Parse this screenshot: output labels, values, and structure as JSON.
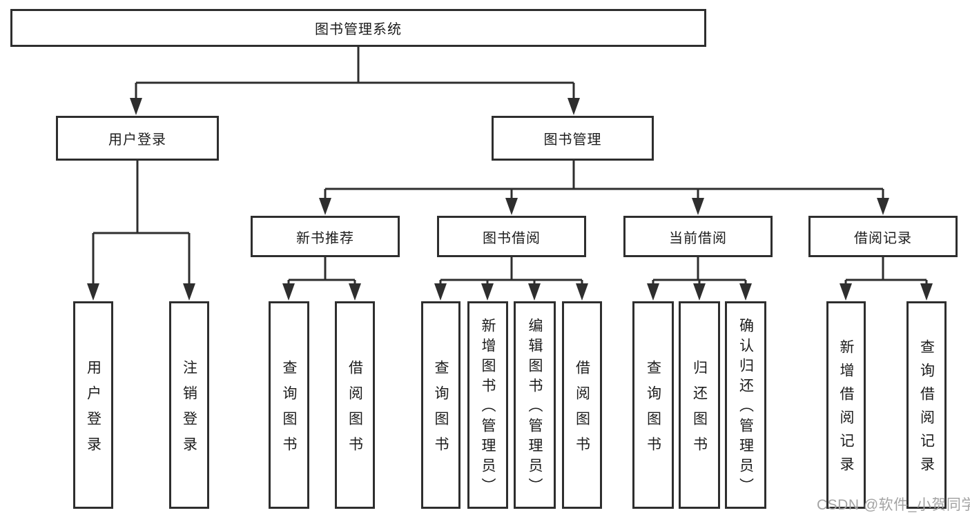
{
  "colors": {
    "line": "#2e2e2e",
    "box_border": "#2e2e2e",
    "box_fill": "#ffffff",
    "text": "#1c1c1c",
    "watermark": "#a3a3a3",
    "background": "#ffffff"
  },
  "watermark": {
    "text": "CSDN @软件_小贺同学"
  },
  "tree": {
    "root": {
      "label": "图书管理系统",
      "children": [
        {
          "label": "用户登录",
          "children": [
            {
              "label": "用户登录"
            },
            {
              "label": "注销登录"
            }
          ]
        },
        {
          "label": "图书管理",
          "children": [
            {
              "label": "新书推荐",
              "children": [
                {
                  "label": "查询图书"
                },
                {
                  "label": "借阅图书"
                }
              ]
            },
            {
              "label": "图书借阅",
              "children": [
                {
                  "label": "查询图书"
                },
                {
                  "label": "新增图书（管理员）"
                },
                {
                  "label": "编辑图书（管理员）"
                },
                {
                  "label": "借阅图书"
                }
              ]
            },
            {
              "label": "当前借阅",
              "children": [
                {
                  "label": "查询图书"
                },
                {
                  "label": "归还图书"
                },
                {
                  "label": "确认归还（管理员）"
                }
              ]
            },
            {
              "label": "借阅记录",
              "children": [
                {
                  "label": "新增借阅记录"
                },
                {
                  "label": "查询借阅记录"
                }
              ]
            }
          ]
        }
      ]
    }
  }
}
